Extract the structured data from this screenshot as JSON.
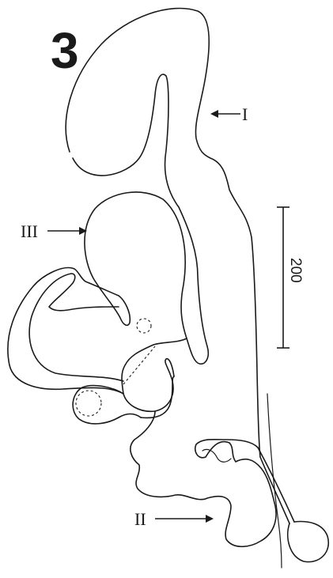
{
  "figure": {
    "number": "3",
    "labels": {
      "label_I": "I",
      "label_II": "II",
      "label_III": "III"
    },
    "scale_bar": {
      "value": "200"
    }
  }
}
